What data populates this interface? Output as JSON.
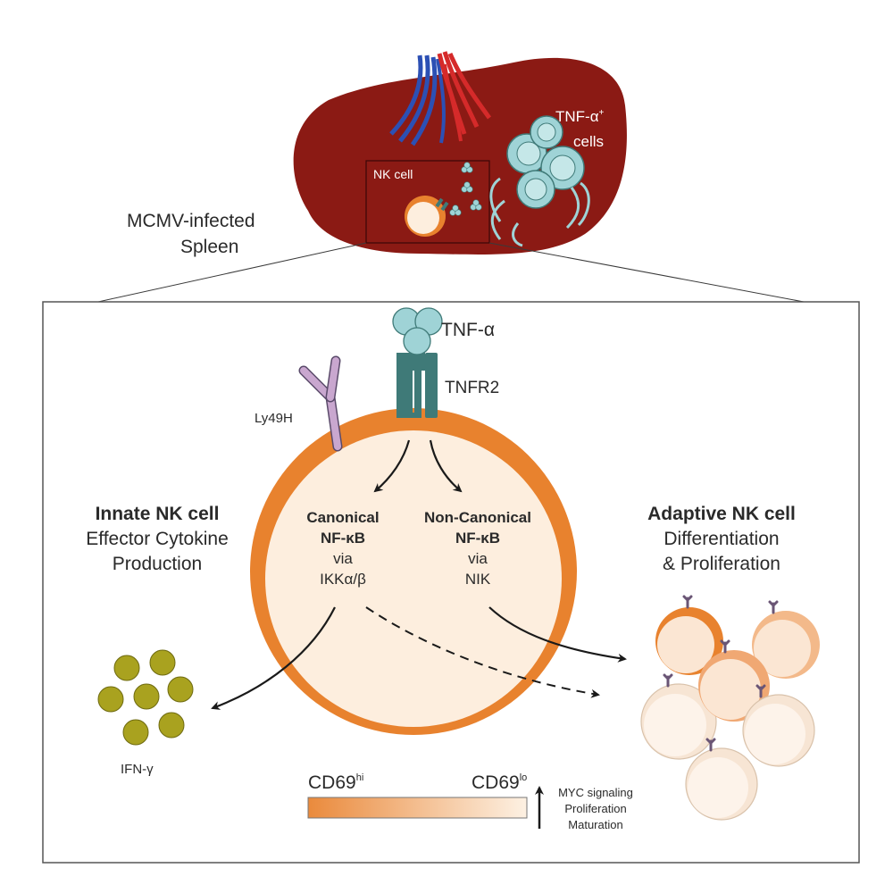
{
  "spleen": {
    "label_line1": "MCMV-infected",
    "label_line2": "Spleen",
    "nk_cell_label": "NK cell",
    "tnf_cells_label_line1": "TNF-α",
    "tnf_cells_label_sup": "+",
    "tnf_cells_label_line2": "cells"
  },
  "main_cell": {
    "tnf_alpha": "TNF-α",
    "tnfr2": "TNFR2",
    "ly49h": "Ly49H",
    "canonical": {
      "line1": "Canonical",
      "line2": "NF-κB",
      "line3": "via",
      "line4": "IKKα/β"
    },
    "non_canonical": {
      "line1": "Non-Canonical",
      "line2": "NF-κB",
      "line3": "via",
      "line4": "NIK"
    }
  },
  "innate": {
    "title": "Innate NK cell",
    "line2": "Effector Cytokine",
    "line3": "Production",
    "ifn_label": "IFN-γ"
  },
  "adaptive": {
    "title": "Adaptive NK cell",
    "line2": "Differentiation",
    "line3": "& Proliferation"
  },
  "cd69": {
    "hi_base": "CD69",
    "hi_sup": "hi",
    "lo_base": "CD69",
    "lo_sup": "lo",
    "gradient_from": "#ea8a3c",
    "gradient_to": "#fdf1e3"
  },
  "outcomes": {
    "line1": "MYC signaling",
    "line2": "Proliferation",
    "line3": "Maturation"
  },
  "colors": {
    "spleen": "#8b1a14",
    "cell_membrane": "#e8822e",
    "cell_interior": "#fdeede",
    "receptor_teal": "#3f7a78",
    "tnf_teal": "#9fd3d6",
    "ly49h": "#c9a7cf",
    "ifn": "#a9a21f",
    "artery": "#d52a2a",
    "vein": "#2c50b4"
  }
}
